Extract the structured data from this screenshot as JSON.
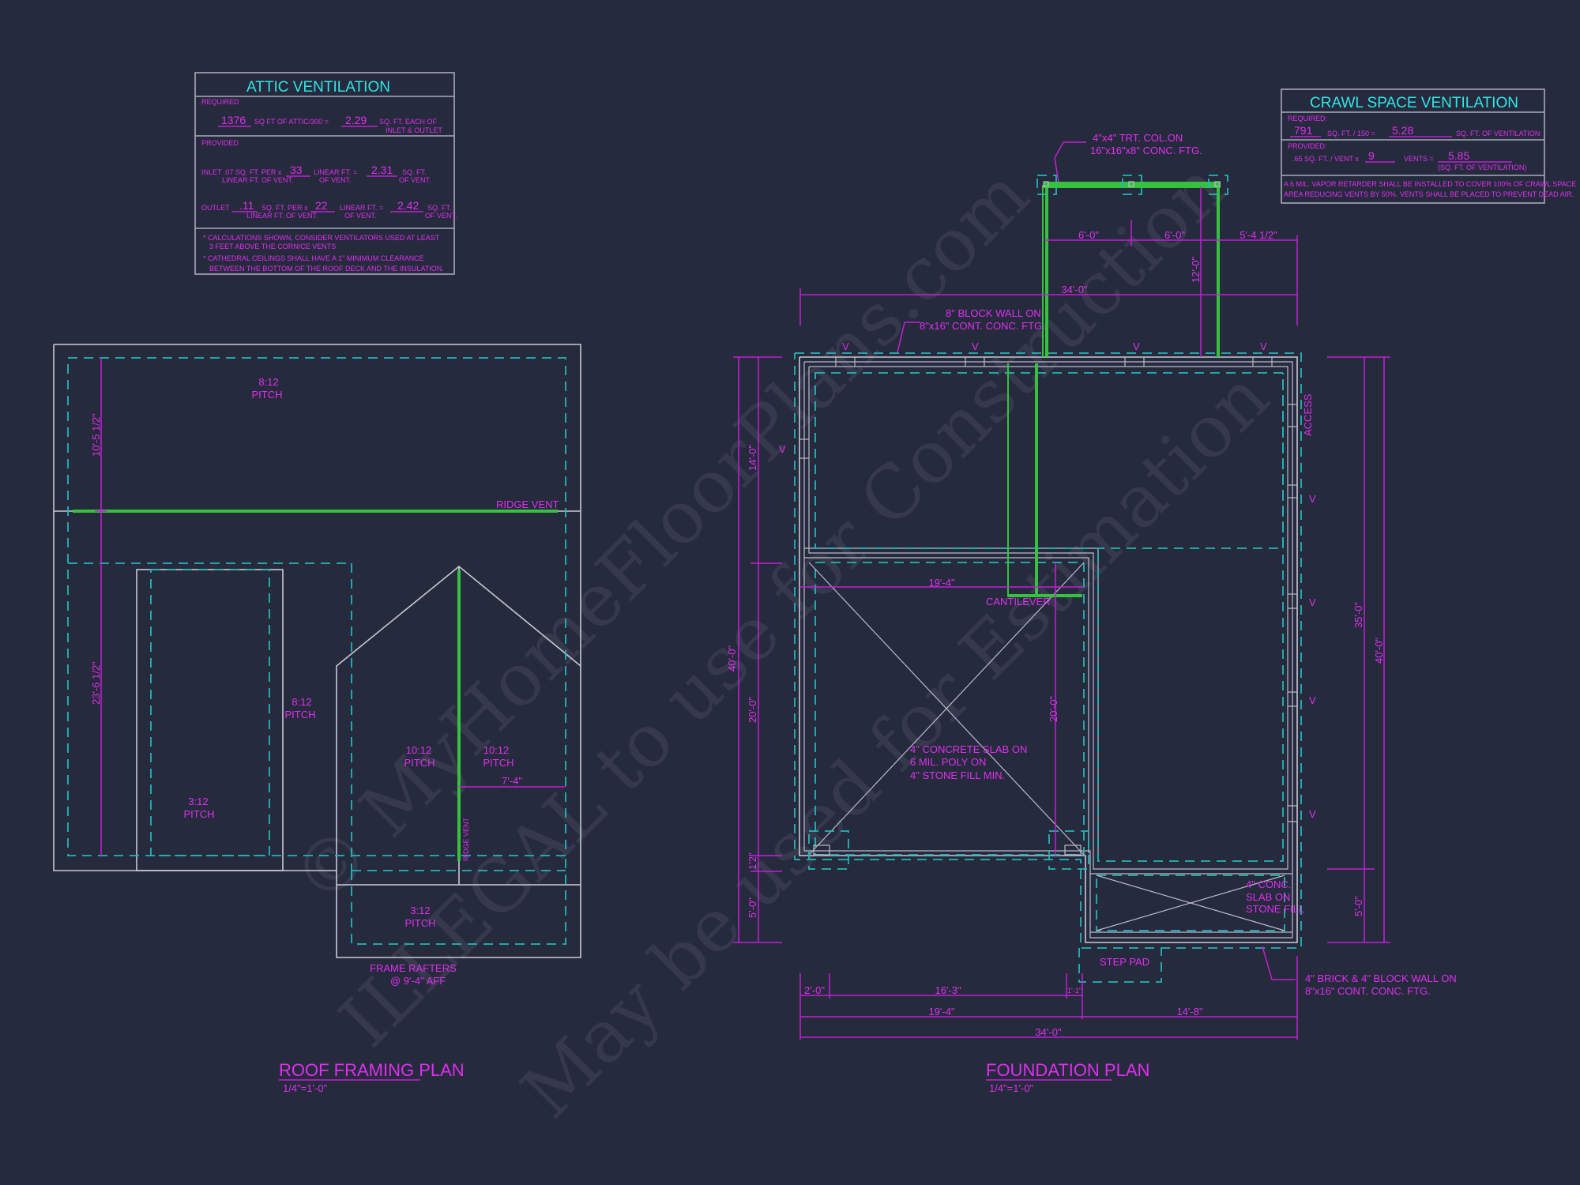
{
  "colors": {
    "background": "#262a3d",
    "walls": "#c9c9d6",
    "footing_dashed": "#25b5b8",
    "beams_green": "#36c23f",
    "annotation_magenta": "#e02ef0",
    "table_title_cyan": "#2ee6e6"
  },
  "watermark": {
    "line1": "© MyHomeFloorPlans.com",
    "line2": "ILLEGAL to use for Construction",
    "line3": "May be used for Estimation"
  },
  "attic_ventilation": {
    "title": "ATTIC VENTILATION",
    "required_label": "REQUIRED",
    "required_area": "1376",
    "required_text": "SQ FT OF ATTIC/300 =",
    "required_result": "2.29",
    "required_unit_1": "SQ. FT. EACH OF",
    "required_unit_2": "INLET & OUTLET",
    "provided_label": "PROVIDED",
    "inlet_label": "INLET .07 SQ. FT. PER x",
    "inlet_sub": "LINEAR FT. OF VENT.",
    "inlet_length": "33",
    "inlet_length_unit": "LINEAR FT. =",
    "inlet_length_sub": "OF VENT.",
    "inlet_result": "2.31",
    "inlet_result_unit": "SQ. FT.",
    "inlet_result_sub": "OF VENT.",
    "outlet_label": "OUTLET",
    "outlet_rate": ".11",
    "outlet_rate_unit": "SQ. FT. PER x",
    "outlet_rate_sub": "LINEAR FT. OF VENT.",
    "outlet_length": "22",
    "outlet_length_unit": "LINEAR FT. =",
    "outlet_length_sub": "OF VENT.",
    "outlet_result": "2.42",
    "outlet_result_unit": "SQ. FT.",
    "outlet_result_sub": "OF VENT.",
    "note1_a": "* CALCULATIONS SHOWN, CONSIDER VENTILATORS USED AT LEAST",
    "note1_b": "3 FEET ABOVE THE CORNICE VENTS",
    "note2_a": "* CATHEDRAL CEILINGS SHALL HAVE A 1\" MINIMUM CLEARANCE",
    "note2_b": "BETWEEN THE BOTTOM OF THE ROOF DECK AND THE INSULATION."
  },
  "crawl_space_ventilation": {
    "title": "CRAWL SPACE VENTILATION",
    "required_label": "REQUIRED:",
    "required_area": "791",
    "required_text": "SQ. FT. / 150 =",
    "required_result": "5.28",
    "required_unit": "SQ. FT. OF VENTILATION",
    "provided_label": "PROVIDED:",
    "provided_rate": ".65 SQ. FT. / VENT x",
    "provided_count": "9",
    "provided_vents_label": "VENTS =",
    "provided_result": "5.85",
    "provided_unit": "(SQ. FT. OF VENTILATION)",
    "note_a": "A 6 MIL. VAPOR RETARDER SHALL BE INSTALLED TO COVER 100% OF CRAWL SPACE",
    "note_b": "AREA REDUCING VENTS BY 50%. VENTS SHALL BE PLACED TO PREVENT DEAD AIR."
  },
  "roof_framing_plan": {
    "title": "ROOF FRAMING PLAN",
    "scale": "1/4\"=1'-0\"",
    "pitch_main_value": "8:12",
    "pitch_label": "PITCH",
    "ridge_vent_label": "RIDGE VENT",
    "dim_upper": "10'-5 1/2\"",
    "dim_lower": "23'-6 1/2\"",
    "pitch_mid_value": "8:12",
    "pitch_shed_value": "3:12",
    "pitch_gable_left": "10:12",
    "pitch_gable_right": "10:12",
    "dim_gable": "7'-4\"",
    "ridge_vent_vertical": "RIDGE VENT",
    "pitch_porch": "3:12",
    "note_rafters_1": "FRAME RAFTERS",
    "note_rafters_2": "@ 9'-4\" AFF"
  },
  "foundation_plan": {
    "title": "FOUNDATION PLAN",
    "scale": "1/4\"=1'-0\"",
    "column_note_1": "4\"x4\" TRT. COL.ON",
    "column_note_2": "16\"x16\"x8\" CONC. FTG.",
    "dim_col_1": "6'-0\"",
    "dim_col_2": "6'-0\"",
    "dim_col_3": "5'-4 1/2\"",
    "dim_deck_depth": "12'-0\"",
    "dim_top_overall": "34'-0\"",
    "block_wall_note_1": "8\" BLOCK WALL ON",
    "block_wall_note_2": "8\"x16\" CONT. CONC. FTG.",
    "vent_mark": "V",
    "access_label": "ACCESS",
    "dim_left_overall": "40'-0\"",
    "dim_left_1": "14'-0\"",
    "dim_left_2": "20'-0\"",
    "dim_left_3": "1'2\"",
    "dim_left_4": "5'-0\"",
    "dim_garage_width": "19'-4\"",
    "cantilever_label": "CANTILEVER",
    "dim_garage_depth": "20'-0\"",
    "slab_note_1": "4\" CONCRETE SLAB ON",
    "slab_note_2": "6 MIL. POLY ON",
    "slab_note_3": "4\" STONE FILL MIN.",
    "porch_note_1": "4\" CONC.",
    "porch_note_2": "SLAB ON",
    "porch_note_3": "STONE FILL",
    "step_pad_label": "STEP PAD",
    "brick_note_1": "4\" BRICK & 4\" BLOCK WALL ON",
    "brick_note_2": "8\"x16\" CONT. CONC. FTG.",
    "dim_right_inner": "35'-0\"",
    "dim_right_overall": "40'-0\"",
    "dim_right_porch": "5'-0\"",
    "dim_bot_1": "2'-0\"",
    "dim_bot_2": "16'-3\"",
    "dim_bot_3": "1'-1\"",
    "dim_bot_4": "19'-4\"",
    "dim_bot_5": "14'-8\"",
    "dim_bot_overall": "34'-0\""
  }
}
